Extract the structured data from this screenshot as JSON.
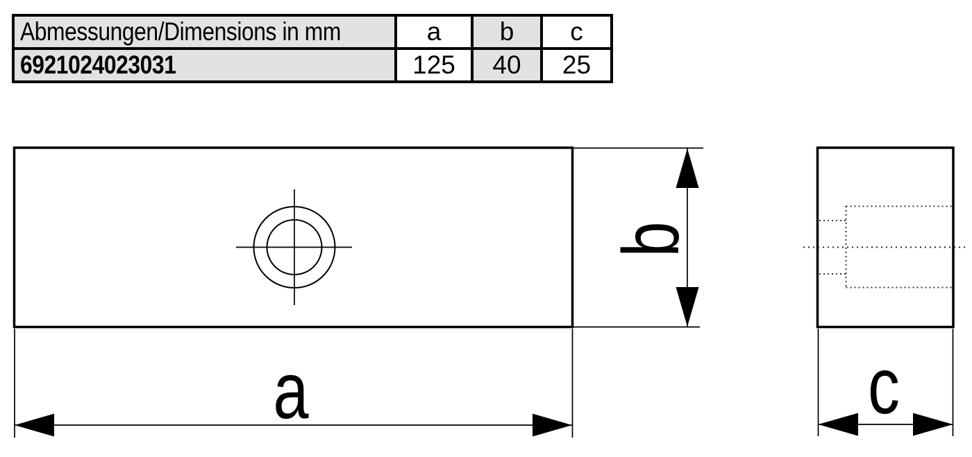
{
  "table": {
    "header_row": {
      "dimensions_label": "Abmessungen/Dimensions in mm",
      "col_a": "a",
      "col_b": "b",
      "col_c": "c"
    },
    "data_row": {
      "article_number": "6921024023031",
      "value_a": "125",
      "value_b": "40",
      "value_c": "25"
    },
    "colors": {
      "cell_gray": "#e2e2e2",
      "border_black": "#000000"
    }
  },
  "drawing": {
    "label_a": "a",
    "label_b": "b",
    "label_c": "c"
  }
}
